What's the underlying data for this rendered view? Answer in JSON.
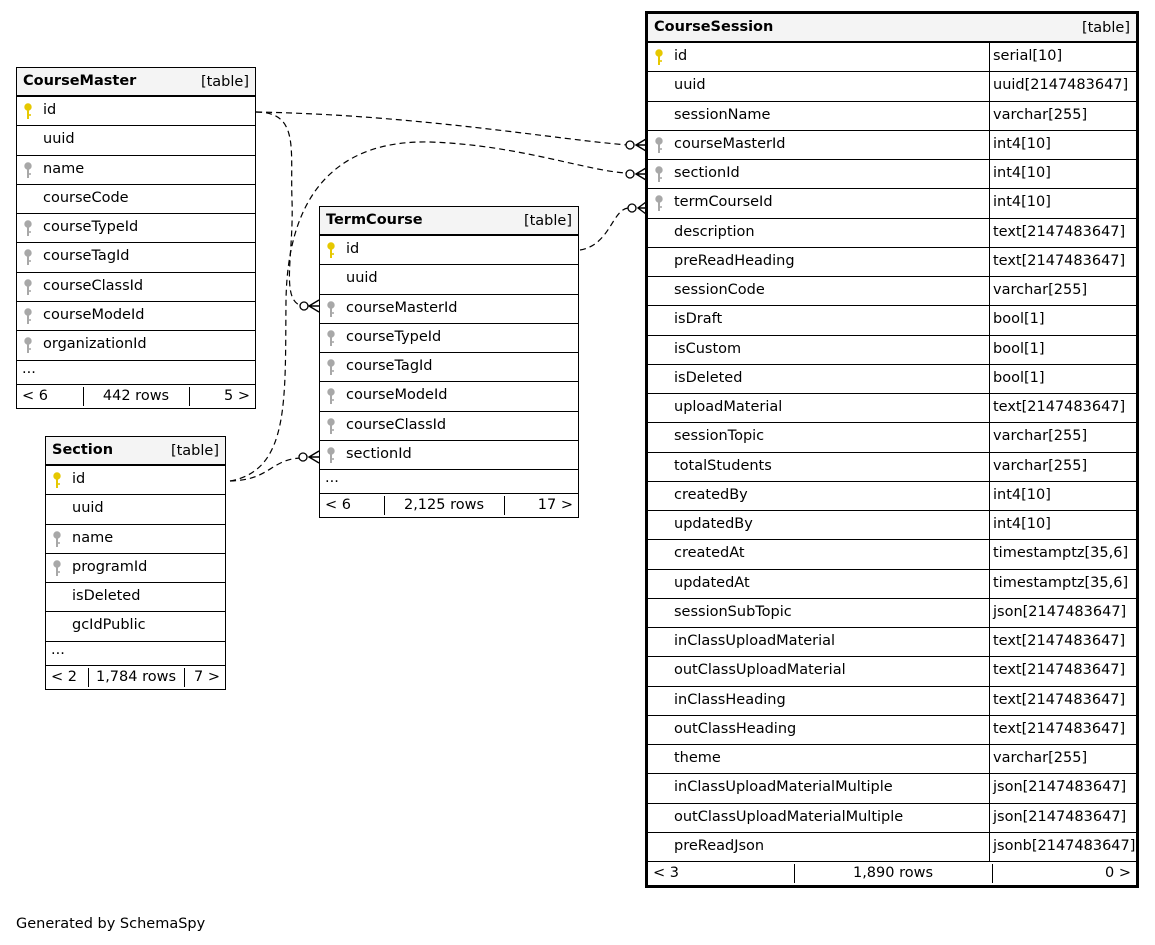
{
  "credit": "Generated by SchemaSpy",
  "tables": {
    "coursemaster": {
      "name": "CourseMaster",
      "type": "[table]",
      "columns": [
        {
          "name": "id",
          "key": "primary"
        },
        {
          "name": "uuid",
          "key": "none"
        },
        {
          "name": "name",
          "key": "foreign"
        },
        {
          "name": "courseCode",
          "key": "none"
        },
        {
          "name": "courseTypeId",
          "key": "foreign"
        },
        {
          "name": "courseTagId",
          "key": "foreign"
        },
        {
          "name": "courseClassId",
          "key": "foreign"
        },
        {
          "name": "courseModeId",
          "key": "foreign"
        },
        {
          "name": "organizationId",
          "key": "foreign"
        }
      ],
      "ellipsis": "...",
      "footer": {
        "left": "< 6",
        "middle": "442 rows",
        "right": "5 >"
      }
    },
    "section": {
      "name": "Section",
      "type": "[table]",
      "columns": [
        {
          "name": "id",
          "key": "primary"
        },
        {
          "name": "uuid",
          "key": "none"
        },
        {
          "name": "name",
          "key": "foreign"
        },
        {
          "name": "programId",
          "key": "foreign"
        },
        {
          "name": "isDeleted",
          "key": "none"
        },
        {
          "name": "gcIdPublic",
          "key": "none"
        }
      ],
      "ellipsis": "...",
      "footer": {
        "left": "< 2",
        "middle": "1,784 rows",
        "right": "7 >"
      }
    },
    "termcourse": {
      "name": "TermCourse",
      "type": "[table]",
      "columns": [
        {
          "name": "id",
          "key": "primary"
        },
        {
          "name": "uuid",
          "key": "none"
        },
        {
          "name": "courseMasterId",
          "key": "foreign"
        },
        {
          "name": "courseTypeId",
          "key": "foreign"
        },
        {
          "name": "courseTagId",
          "key": "foreign"
        },
        {
          "name": "courseModeId",
          "key": "foreign"
        },
        {
          "name": "courseClassId",
          "key": "foreign"
        },
        {
          "name": "sectionId",
          "key": "foreign"
        }
      ],
      "ellipsis": "...",
      "footer": {
        "left": "< 6",
        "middle": "2,125 rows",
        "right": "17 >"
      }
    },
    "coursesession": {
      "name": "CourseSession",
      "type": "[table]",
      "columns": [
        {
          "name": "id",
          "type": "serial[10]",
          "key": "primary"
        },
        {
          "name": "uuid",
          "type": "uuid[2147483647]",
          "key": "none"
        },
        {
          "name": "sessionName",
          "type": "varchar[255]",
          "key": "none"
        },
        {
          "name": "courseMasterId",
          "type": "int4[10]",
          "key": "foreign"
        },
        {
          "name": "sectionId",
          "type": "int4[10]",
          "key": "foreign"
        },
        {
          "name": "termCourseId",
          "type": "int4[10]",
          "key": "foreign"
        },
        {
          "name": "description",
          "type": "text[2147483647]",
          "key": "none"
        },
        {
          "name": "preReadHeading",
          "type": "text[2147483647]",
          "key": "none"
        },
        {
          "name": "sessionCode",
          "type": "varchar[255]",
          "key": "none"
        },
        {
          "name": "isDraft",
          "type": "bool[1]",
          "key": "none"
        },
        {
          "name": "isCustom",
          "type": "bool[1]",
          "key": "none"
        },
        {
          "name": "isDeleted",
          "type": "bool[1]",
          "key": "none"
        },
        {
          "name": "uploadMaterial",
          "type": "text[2147483647]",
          "key": "none"
        },
        {
          "name": "sessionTopic",
          "type": "varchar[255]",
          "key": "none"
        },
        {
          "name": "totalStudents",
          "type": "varchar[255]",
          "key": "none"
        },
        {
          "name": "createdBy",
          "type": "int4[10]",
          "key": "none"
        },
        {
          "name": "updatedBy",
          "type": "int4[10]",
          "key": "none"
        },
        {
          "name": "createdAt",
          "type": "timestamptz[35,6]",
          "key": "none"
        },
        {
          "name": "updatedAt",
          "type": "timestamptz[35,6]",
          "key": "none"
        },
        {
          "name": "sessionSubTopic",
          "type": "json[2147483647]",
          "key": "none"
        },
        {
          "name": "inClassUploadMaterial",
          "type": "text[2147483647]",
          "key": "none"
        },
        {
          "name": "outClassUploadMaterial",
          "type": "text[2147483647]",
          "key": "none"
        },
        {
          "name": "inClassHeading",
          "type": "text[2147483647]",
          "key": "none"
        },
        {
          "name": "outClassHeading",
          "type": "text[2147483647]",
          "key": "none"
        },
        {
          "name": "theme",
          "type": "varchar[255]",
          "key": "none"
        },
        {
          "name": "inClassUploadMaterialMultiple",
          "type": "json[2147483647]",
          "key": "none"
        },
        {
          "name": "outClassUploadMaterialMultiple",
          "type": "json[2147483647]",
          "key": "none"
        },
        {
          "name": "preReadJson",
          "type": "jsonb[2147483647]",
          "key": "none"
        }
      ],
      "footer": {
        "left": "< 3",
        "middle": "1,890 rows",
        "right": "0 >"
      }
    }
  },
  "relationships": [
    {
      "from": "CourseMaster.id",
      "to": "TermCourse.courseMasterId"
    },
    {
      "from": "CourseMaster.id",
      "to": "CourseSession.courseMasterId"
    },
    {
      "from": "Section.id",
      "to": "TermCourse.sectionId"
    },
    {
      "from": "Section.id",
      "to": "CourseSession.sectionId"
    },
    {
      "from": "TermCourse.id",
      "to": "CourseSession.termCourseId"
    }
  ],
  "colors": {
    "primary_key": "#e6c800",
    "foreign_key": "#a8a8a8",
    "header_bg": "#f4f4f4"
  }
}
